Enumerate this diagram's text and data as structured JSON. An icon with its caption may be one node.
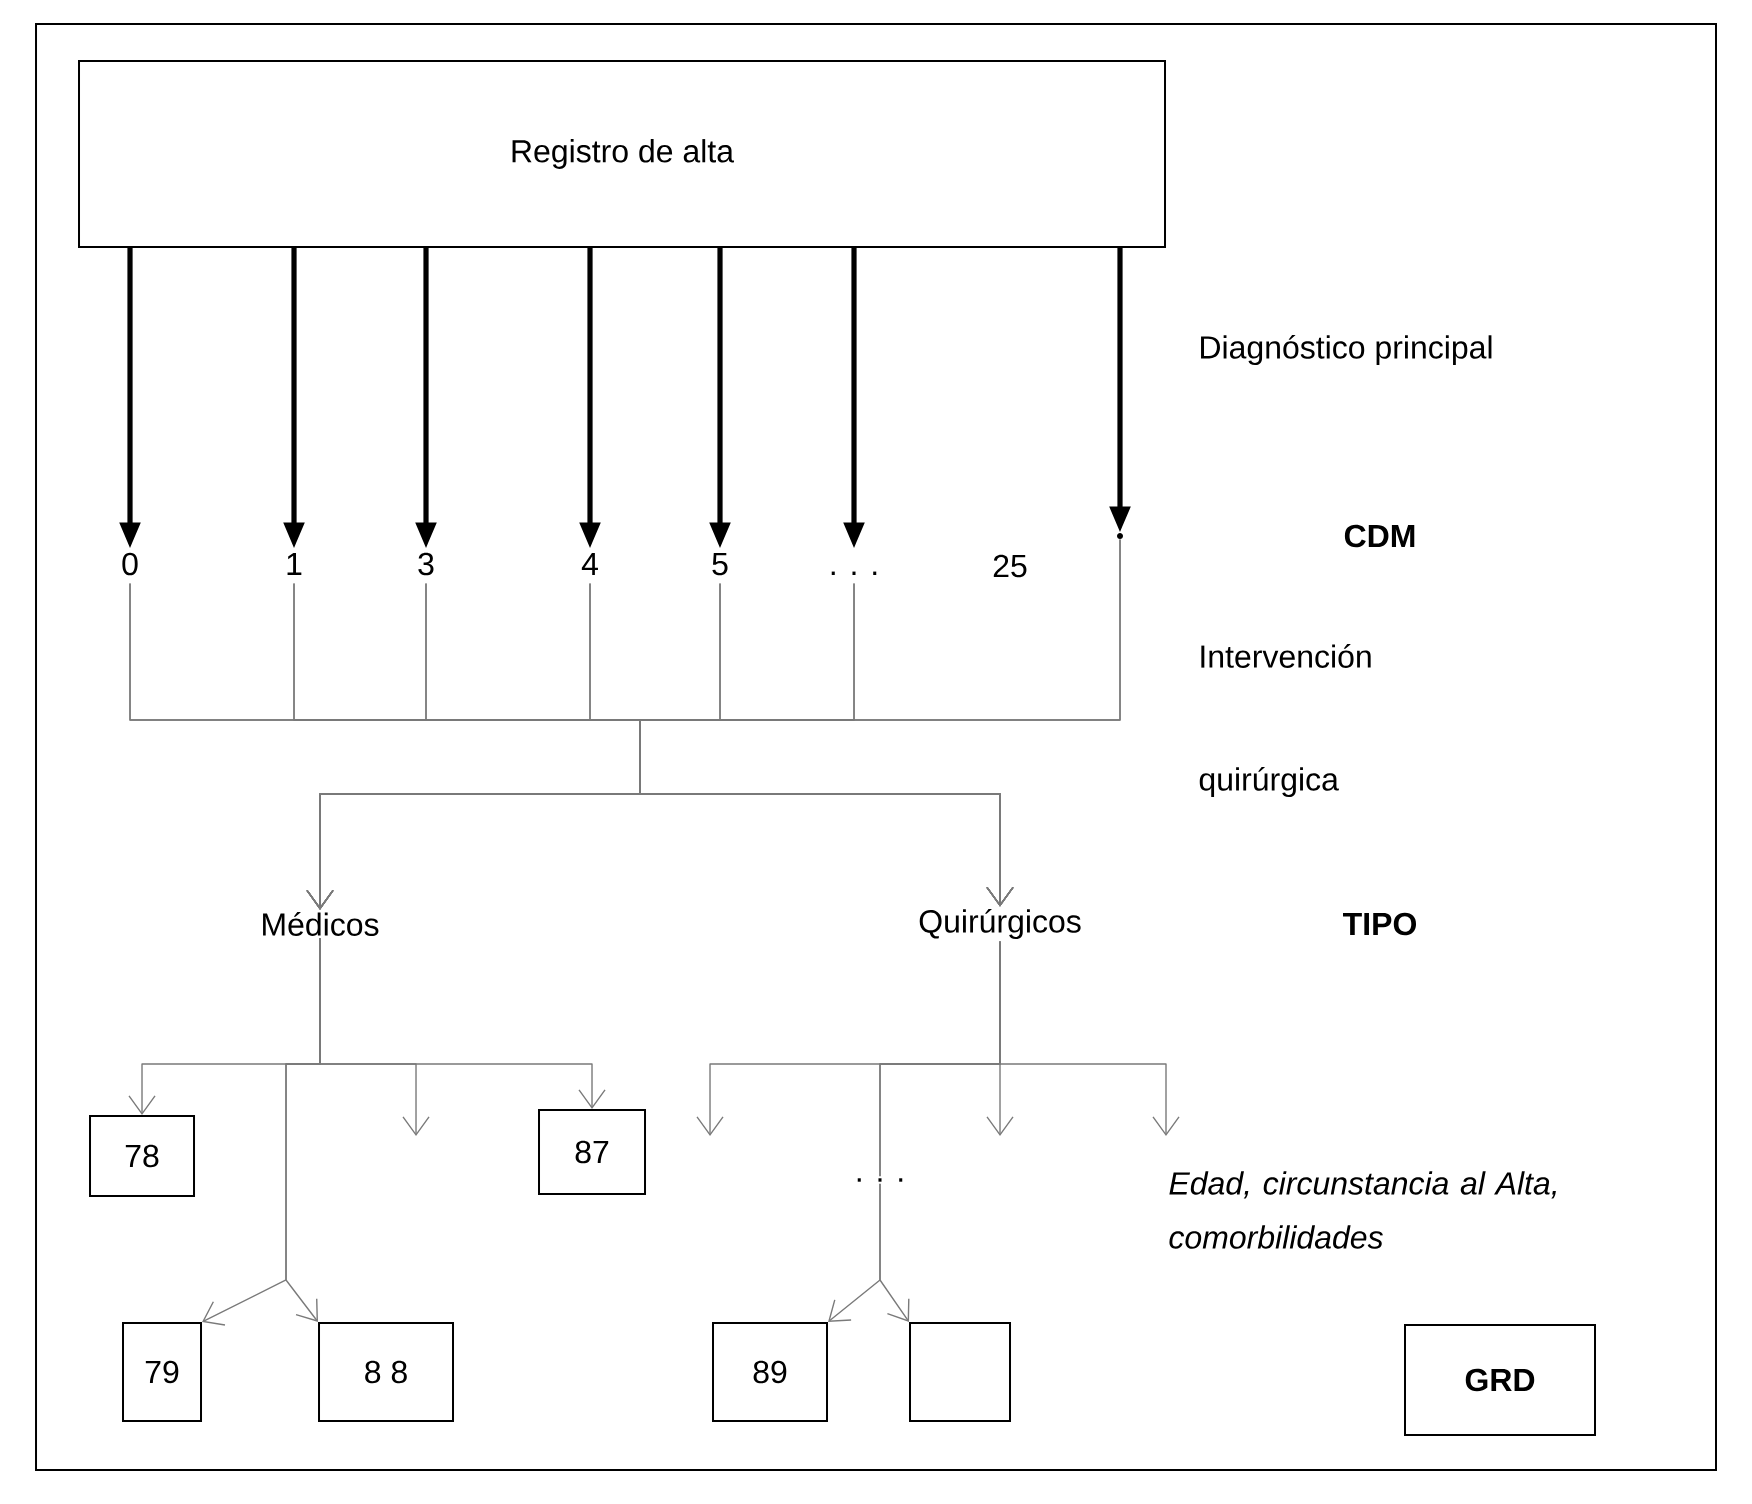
{
  "diagram": {
    "nodes": [
      {
        "text": [
          "Registro de alta"
        ]
      },
      {
        "text": [
          "0"
        ]
      },
      {
        "text": [
          "1"
        ]
      },
      {
        "text": [
          "3"
        ]
      },
      {
        "text": [
          "4"
        ]
      },
      {
        "text": [
          "5"
        ]
      },
      {
        "text": [
          ". . ."
        ]
      },
      {
        "text": [],
        "shape": "dot"
      },
      {
        "text": [
          "Médicos"
        ]
      },
      {
        "text": [
          "Quirúrgicos"
        ]
      },
      {
        "text": [
          "78"
        ]
      },
      {
        "text": [
          "87"
        ]
      },
      {
        "text": [
          "79"
        ]
      },
      {
        "text": [
          "8 8"
        ]
      },
      {
        "text": [
          "89"
        ]
      },
      {
        "text": [],
        "shape": "box"
      },
      {
        "text": [
          "GRD"
        ]
      }
    ],
    "edges": [
      {
        "from": 0,
        "to": 1,
        "arrow": "to",
        "style": "thick",
        "color": "#000000"
      },
      {
        "from": 0,
        "to": 2,
        "arrow": "to",
        "style": "thick",
        "color": "#000000"
      },
      {
        "from": 0,
        "to": 3,
        "arrow": "to",
        "style": "thick",
        "color": "#000000"
      },
      {
        "from": 0,
        "to": 4,
        "arrow": "to",
        "style": "thick",
        "color": "#000000"
      },
      {
        "from": 0,
        "to": 5,
        "arrow": "to",
        "style": "thick",
        "color": "#000000"
      },
      {
        "from": 0,
        "to": 6,
        "arrow": "to",
        "style": "thick",
        "color": "#000000"
      },
      {
        "from": 0,
        "to": 7,
        "arrow": "to",
        "style": "thick",
        "color": "#000000"
      },
      {
        "from": 1,
        "to": 8,
        "arrow": "to"
      },
      {
        "from": 1,
        "to": 9,
        "arrow": "to"
      },
      {
        "from": 2,
        "to": 8,
        "arrow": "to"
      },
      {
        "from": 2,
        "to": 9,
        "arrow": "to"
      },
      {
        "from": 3,
        "to": 8,
        "arrow": "to"
      },
      {
        "from": 3,
        "to": 9,
        "arrow": "to"
      },
      {
        "from": 4,
        "to": 8,
        "arrow": "to"
      },
      {
        "from": 4,
        "to": 9,
        "arrow": "to"
      },
      {
        "from": 5,
        "to": 8,
        "arrow": "to"
      },
      {
        "from": 5,
        "to": 9,
        "arrow": "to"
      },
      {
        "from": 6,
        "to": 8,
        "arrow": "to"
      },
      {
        "from": 6,
        "to": 9,
        "arrow": "to"
      },
      {
        "from": 7,
        "to": 8,
        "arrow": "to"
      },
      {
        "from": 7,
        "to": 9,
        "arrow": "to"
      },
      {
        "from": 8,
        "to": 10,
        "arrow": "to"
      },
      {
        "from": 8,
        "to": null,
        "arrow": "to"
      },
      {
        "from": 8,
        "to": 11,
        "arrow": "to"
      },
      {
        "from": 8,
        "to": 12,
        "arrow": "to"
      },
      {
        "from": 8,
        "to": 13,
        "arrow": "to"
      },
      {
        "from": 9,
        "to": null,
        "arrow": "to"
      },
      {
        "from": 9,
        "to": 14,
        "arrow": "to"
      },
      {
        "from": 9,
        "to": 15,
        "arrow": "to"
      },
      {
        "from": 9,
        "to": null,
        "arrow": "to"
      },
      {
        "from": 9,
        "to": null,
        "arrow": "to"
      }
    ],
    "labels": [
      "Diagnóstico principal",
      "CDM",
      "25",
      "Intervención",
      "quirúrgica",
      "TIPO",
      ". . .",
      "Edad, circunstancia al Alta, comorbilidades"
    ]
  }
}
